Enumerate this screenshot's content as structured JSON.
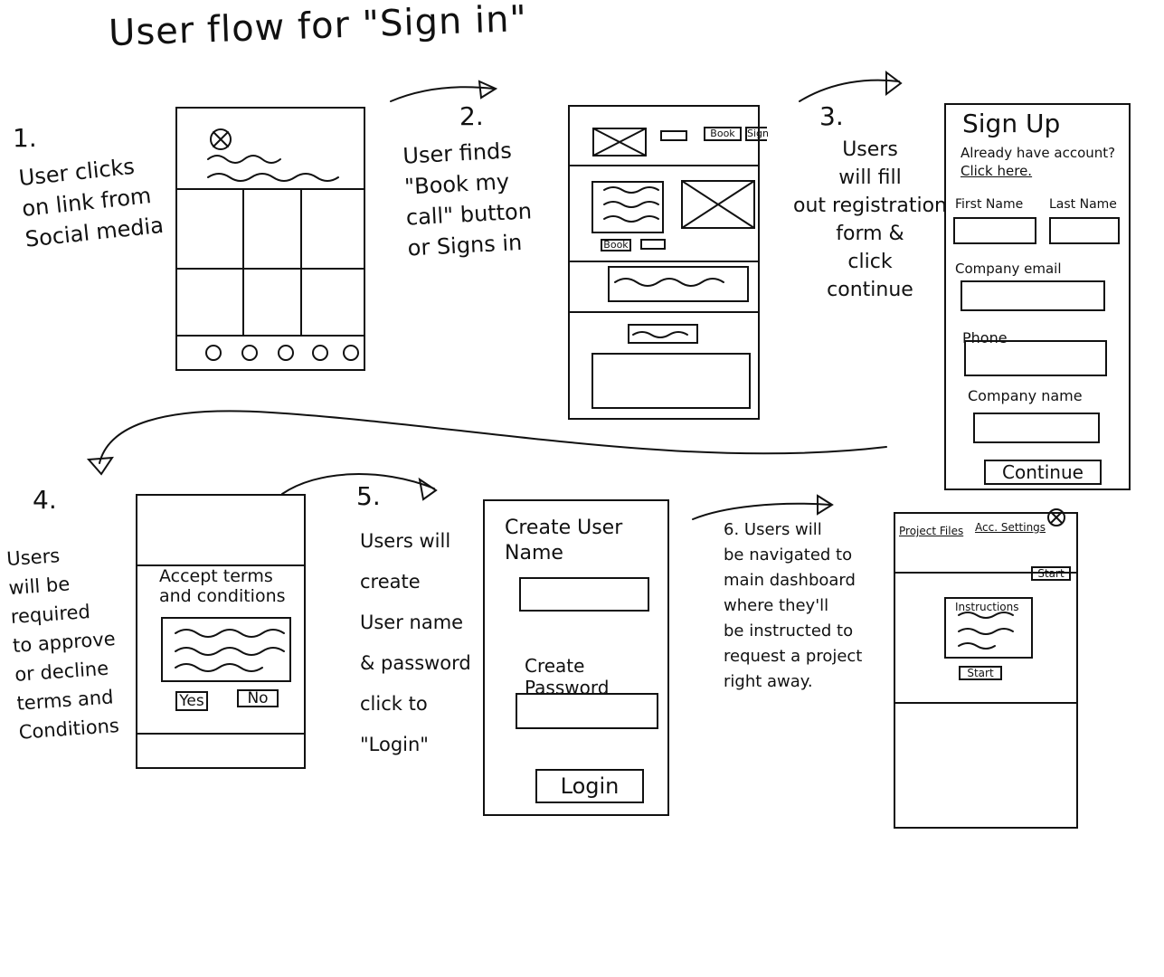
{
  "title": "User flow for \"Sign in\"",
  "steps": [
    {
      "num": "1.",
      "text": "User clicks\non link from\nSocial media"
    },
    {
      "num": "2.",
      "text": "User finds\n\"Book my\ncall\" button\nor Signs in"
    },
    {
      "num": "3.",
      "text": "Users\nwill fill\nout registration\nform &\nclick\ncontinue"
    },
    {
      "num": "4.",
      "text": "Users\nwill be\nrequired\nto approve\nor decline\nterms and\nConditions"
    },
    {
      "num": "5.",
      "text": "Users will\ncreate\nUser name\n& password\nclick to\n\"Login\""
    },
    {
      "num": "6.",
      "text": "Users will\nbe navigated to\nmain dashboard\nwhere they'll\nbe instructed to\nrequest a project\nright away."
    }
  ],
  "screen2": {
    "book_small": "Book",
    "book_top": "Book",
    "sign_top": "Sign"
  },
  "screen3": {
    "title": "Sign Up",
    "already": "Already have account?",
    "click_here": "Click here.",
    "first_name": "First Name",
    "last_name": "Last Name",
    "company_email": "Company email",
    "phone": "Phone",
    "company_name": "Company name",
    "continue": "Continue"
  },
  "screen4": {
    "heading": "Accept terms\nand conditions",
    "yes": "Yes",
    "no": "No"
  },
  "screen5": {
    "create_user": "Create User\nName",
    "create_password": "Create Password",
    "login": "Login"
  },
  "screen6": {
    "tab_project_files": "Project Files",
    "tab_acc_settings": "Acc. Settings",
    "start_top": "Start",
    "instructions": "Instructions",
    "start_bottom": "Start"
  }
}
